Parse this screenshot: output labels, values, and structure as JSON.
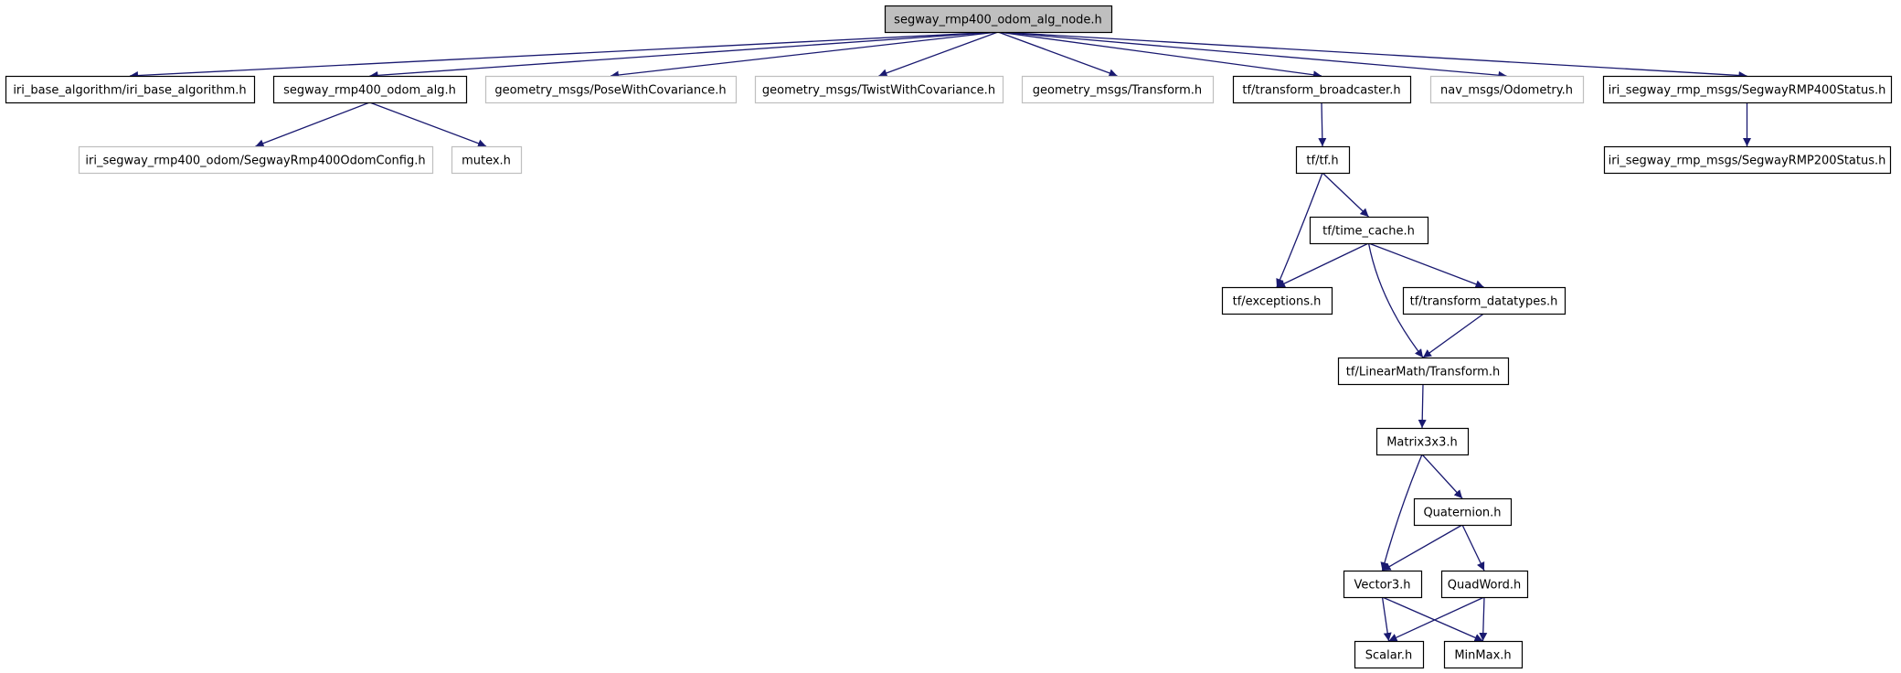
{
  "title": "segway_rmp400_odom_alg_node.h",
  "colors": {
    "edge": "#191970",
    "node_border": "#000000",
    "node_missing_border": "#bfbfbf",
    "root_fill": "#bfbfbf",
    "background": "#ffffff"
  },
  "nodes": [
    {
      "id": "root",
      "label": "segway_rmp400_odom_alg_node.h",
      "kind": "root"
    },
    {
      "id": "iri_base",
      "label": "iri_base_algorithm/iri_base_algorithm.h",
      "kind": "normal"
    },
    {
      "id": "odom_alg",
      "label": "segway_rmp400_odom_alg.h",
      "kind": "normal"
    },
    {
      "id": "pose_cov",
      "label": "geometry_msgs/PoseWithCovariance.h",
      "kind": "missing"
    },
    {
      "id": "twist_cov",
      "label": "geometry_msgs/TwistWithCovariance.h",
      "kind": "missing"
    },
    {
      "id": "gm_transform",
      "label": "geometry_msgs/Transform.h",
      "kind": "missing"
    },
    {
      "id": "tf_broadcaster",
      "label": "tf/transform_broadcaster.h",
      "kind": "normal"
    },
    {
      "id": "nav_odom",
      "label": "nav_msgs/Odometry.h",
      "kind": "missing"
    },
    {
      "id": "rmp400_status",
      "label": "iri_segway_rmp_msgs/SegwayRMP400Status.h",
      "kind": "normal"
    },
    {
      "id": "odom_config",
      "label": "iri_segway_rmp400_odom/SegwayRmp400OdomConfig.h",
      "kind": "missing"
    },
    {
      "id": "mutex",
      "label": "mutex.h",
      "kind": "missing"
    },
    {
      "id": "tf_tf",
      "label": "tf/tf.h",
      "kind": "normal"
    },
    {
      "id": "rmp200_status",
      "label": "iri_segway_rmp_msgs/SegwayRMP200Status.h",
      "kind": "normal"
    },
    {
      "id": "time_cache",
      "label": "tf/time_cache.h",
      "kind": "normal"
    },
    {
      "id": "exceptions",
      "label": "tf/exceptions.h",
      "kind": "normal"
    },
    {
      "id": "tf_datatypes",
      "label": "tf/transform_datatypes.h",
      "kind": "normal"
    },
    {
      "id": "lm_transform",
      "label": "tf/LinearMath/Transform.h",
      "kind": "normal"
    },
    {
      "id": "matrix3x3",
      "label": "Matrix3x3.h",
      "kind": "normal"
    },
    {
      "id": "quaternion",
      "label": "Quaternion.h",
      "kind": "normal"
    },
    {
      "id": "vector3",
      "label": "Vector3.h",
      "kind": "normal"
    },
    {
      "id": "quadword",
      "label": "QuadWord.h",
      "kind": "normal"
    },
    {
      "id": "scalar",
      "label": "Scalar.h",
      "kind": "normal"
    },
    {
      "id": "minmax",
      "label": "MinMax.h",
      "kind": "normal"
    }
  ],
  "edges": [
    {
      "from": "root",
      "to": "iri_base"
    },
    {
      "from": "root",
      "to": "odom_alg"
    },
    {
      "from": "root",
      "to": "pose_cov"
    },
    {
      "from": "root",
      "to": "twist_cov"
    },
    {
      "from": "root",
      "to": "gm_transform"
    },
    {
      "from": "root",
      "to": "tf_broadcaster"
    },
    {
      "from": "root",
      "to": "nav_odom"
    },
    {
      "from": "root",
      "to": "rmp400_status"
    },
    {
      "from": "odom_alg",
      "to": "odom_config"
    },
    {
      "from": "odom_alg",
      "to": "mutex"
    },
    {
      "from": "tf_broadcaster",
      "to": "tf_tf"
    },
    {
      "from": "rmp400_status",
      "to": "rmp200_status"
    },
    {
      "from": "tf_tf",
      "to": "time_cache"
    },
    {
      "from": "tf_tf",
      "to": "exceptions"
    },
    {
      "from": "time_cache",
      "to": "exceptions"
    },
    {
      "from": "time_cache",
      "to": "tf_datatypes"
    },
    {
      "from": "time_cache",
      "to": "lm_transform"
    },
    {
      "from": "tf_datatypes",
      "to": "lm_transform"
    },
    {
      "from": "lm_transform",
      "to": "matrix3x3"
    },
    {
      "from": "matrix3x3",
      "to": "quaternion"
    },
    {
      "from": "matrix3x3",
      "to": "vector3"
    },
    {
      "from": "quaternion",
      "to": "vector3"
    },
    {
      "from": "quaternion",
      "to": "quadword"
    },
    {
      "from": "vector3",
      "to": "scalar"
    },
    {
      "from": "vector3",
      "to": "minmax"
    },
    {
      "from": "quadword",
      "to": "scalar"
    },
    {
      "from": "quadword",
      "to": "minmax"
    }
  ]
}
